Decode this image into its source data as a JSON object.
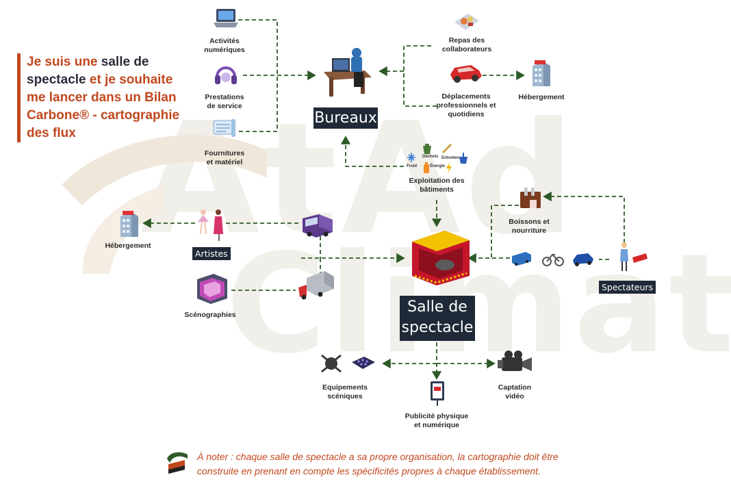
{
  "watermark": {
    "line1": "AtAd",
    "line2": "Climat"
  },
  "title": {
    "p1": "Je suis une ",
    "p2": "salle de spectacle",
    "p3": " et je souhaite me lancer dans un Bilan Carbone® - cartographie des flux"
  },
  "hubs": {
    "bureaux": "Bureaux",
    "salle_line1": "Salle de",
    "salle_line2": "spectacle",
    "artistes": "Artistes",
    "spectateurs": "Spectateurs"
  },
  "nodes": {
    "activites": [
      "Activités",
      "numériques"
    ],
    "prestations": [
      "Prestations",
      "de service"
    ],
    "fournitures": [
      "Fournitures",
      "et matériel"
    ],
    "repas": [
      "Repas des",
      "collaborateurs"
    ],
    "deplacements": [
      "Déplacements",
      "professionnels et",
      "quotidiens"
    ],
    "hebergement_right": "Hébergement",
    "exploitation": [
      "Exploitation des",
      "bâtiments"
    ],
    "exploitation_items": [
      "Froid",
      "Déchets",
      "Entretien",
      "Énergie"
    ],
    "hebergement_left": "Hébergement",
    "boissons": [
      "Boissons et",
      "nourriture"
    ],
    "scenographies": "Scénographies",
    "equipements": [
      "Equipements",
      "scéniques"
    ],
    "captation": [
      "Captation",
      "vidéo"
    ],
    "publicite": [
      "Publicité physique",
      "et numérique"
    ]
  },
  "note": {
    "line1": "À noter : chaque salle de spectacle a sa propre organisation, la cartographie doit être",
    "line2": "construite en prenant en compte les spécificités propres à chaque établissement."
  },
  "colors": {
    "accent": "#c0471e",
    "arrow": "#2d5a27",
    "hub": "#1f2937"
  }
}
